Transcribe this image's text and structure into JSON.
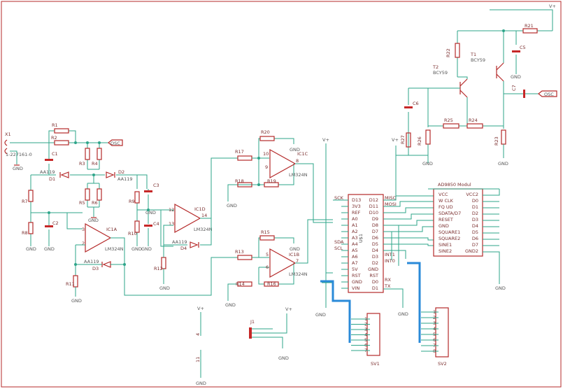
{
  "labels": {
    "x1": "X1",
    "x1_part": "1-227161-0",
    "osc1": "OSC",
    "osc2": "OSC",
    "r1": "R1",
    "r2": "R2",
    "r3": "R3",
    "r4": "R4",
    "r5": "R5",
    "r6": "R6",
    "r7": "R7",
    "r8": "R8",
    "r9": "R9",
    "r10": "R10",
    "r11": "R11",
    "r12": "R12",
    "r13": "R13",
    "r14": "R14",
    "r15": "R15",
    "r16": "R16",
    "r17": "R17",
    "r18": "R18",
    "r19": "R19",
    "r20": "R20",
    "r21": "R21",
    "r22": "R22",
    "r23": "R23",
    "r24": "R24",
    "r25": "R25",
    "r26": "R26",
    "r27": "R27",
    "c1": "C1",
    "c2": "C2",
    "c3": "C3",
    "c4": "C4",
    "c5": "C5",
    "c6": "C6",
    "c7": "C7",
    "d1": "D1",
    "d1_part": "AA119",
    "d2": "D2",
    "d2_part": "AA119",
    "d3": "D3",
    "d3_part": "AA119",
    "d4": "D4",
    "d4_part": "AA119",
    "ic1a": "IC1A",
    "ic1a_part": "LM324N",
    "ic1b": "IC1B",
    "ic1b_part": "LM324N",
    "ic1c": "IC1C",
    "ic1c_part": "LM324N",
    "ic1d": "IC1D",
    "ic1d_part": "LM324N",
    "t1": "T1",
    "t1_part": "BCY59",
    "t2": "T2",
    "t2_part": "BCY59",
    "j1": "J1",
    "sv1": "SV1",
    "sv2": "SV2",
    "vplus": "V+",
    "gnd": "GND",
    "ad_title": "AD9850 Modul",
    "ad_left": [
      "VCC",
      "W CLK",
      "FQ UD",
      "SDATA/D7",
      "RESET",
      "GND",
      "SQUARE1",
      "SQUARE2",
      "SINE1",
      "SINE2"
    ],
    "ad_right": [
      "VCC2",
      "D0",
      "D1",
      "D2",
      "D3",
      "D4",
      "D5",
      "D6",
      "D7",
      "GND2"
    ],
    "ard_left": [
      "D13",
      "3V3",
      "REF",
      "A0",
      "A1",
      "A2",
      "A3",
      "A4",
      "A5",
      "A6",
      "A7",
      "5V",
      "RST",
      "GND",
      "VIN"
    ],
    "ard_right": [
      "D12",
      "D11",
      "D10",
      "D9",
      "D8",
      "D7",
      "D6",
      "D5",
      "D4",
      "D3",
      "D2",
      "GND",
      "RST",
      "D0",
      "D1"
    ],
    "ard_name": "U$1",
    "sck": "SCK",
    "miso": "MISO",
    "mosi": "MOSI",
    "sda": "SDA",
    "scl": "SCL",
    "int1": "INT1",
    "int0": "INT0",
    "rx": "RX",
    "tx": "TX",
    "rx_pin": "RX",
    "tx_pin": "TX",
    "pin4": "4",
    "pin11": "11",
    "pin1": "1",
    "pin2": "2",
    "pin3": "3",
    "pin14": "14",
    "pin7": "7",
    "pin8": "8",
    "pin5": "5",
    "pin6": "6",
    "pin9": "9",
    "pin10": "10",
    "pin12": "12",
    "pin13": "13",
    "sv_pins": [
      "1",
      "2",
      "3",
      "4",
      "5",
      "6",
      "7",
      "8"
    ]
  },
  "colors": {
    "wire": "#2ea58a",
    "part": "#b52a2a",
    "bus": "#2a8ad8",
    "text": "#7a2e2e"
  }
}
